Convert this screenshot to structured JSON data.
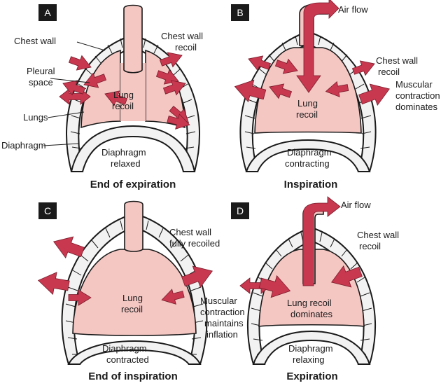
{
  "panels": {
    "a": {
      "badge": "A",
      "caption": "End of expiration",
      "labels": {
        "chest_wall": "Chest wall",
        "chest_wall_recoil_1": "Chest wall",
        "chest_wall_recoil_2": "recoil",
        "pleural_1": "Pleural",
        "pleural_2": "space",
        "lungs": "Lungs",
        "lung_recoil_1": "Lung",
        "lung_recoil_2": "recoil",
        "diaphragm": "Diaphragm",
        "diaphragm_state_1": "Diaphragm",
        "diaphragm_state_2": "relaxed"
      }
    },
    "b": {
      "badge": "B",
      "caption": "Inspiration",
      "labels": {
        "air_flow": "Air flow",
        "chest_wall_recoil_1": "Chest wall",
        "chest_wall_recoil_2": "recoil",
        "muscular_1": "Muscular",
        "muscular_2": "contraction",
        "muscular_3": "dominates",
        "lung_recoil_1": "Lung",
        "lung_recoil_2": "recoil",
        "diaphragm_state_1": "Diaphragm",
        "diaphragm_state_2": "contracting"
      }
    },
    "c": {
      "badge": "C",
      "caption": "End of inspiration",
      "labels": {
        "chest_wall_1": "Chest wall",
        "chest_wall_2": "fully recoiled",
        "muscular_1": "Muscular",
        "muscular_2": "contraction",
        "muscular_3": "maintains",
        "muscular_4": "inflation",
        "lung_recoil_1": "Lung",
        "lung_recoil_2": "recoil",
        "diaphragm_state_1": "Diaphragm",
        "diaphragm_state_2": "contracted"
      }
    },
    "d": {
      "badge": "D",
      "caption": "Expiration",
      "labels": {
        "air_flow": "Air flow",
        "chest_wall_recoil_1": "Chest wall",
        "chest_wall_recoil_2": "recoil",
        "lung_recoil_1": "Lung recoil",
        "lung_recoil_2": "dominates",
        "diaphragm_state_1": "Diaphragm",
        "diaphragm_state_2": "relaxing"
      }
    }
  },
  "colors": {
    "lung_fill": "#f4c7c3",
    "arrow_fill": "#c8384f",
    "wall_fill": "#f2f2f2",
    "outline": "#1a1a1a",
    "badge_fill": "#1a1a1a"
  }
}
